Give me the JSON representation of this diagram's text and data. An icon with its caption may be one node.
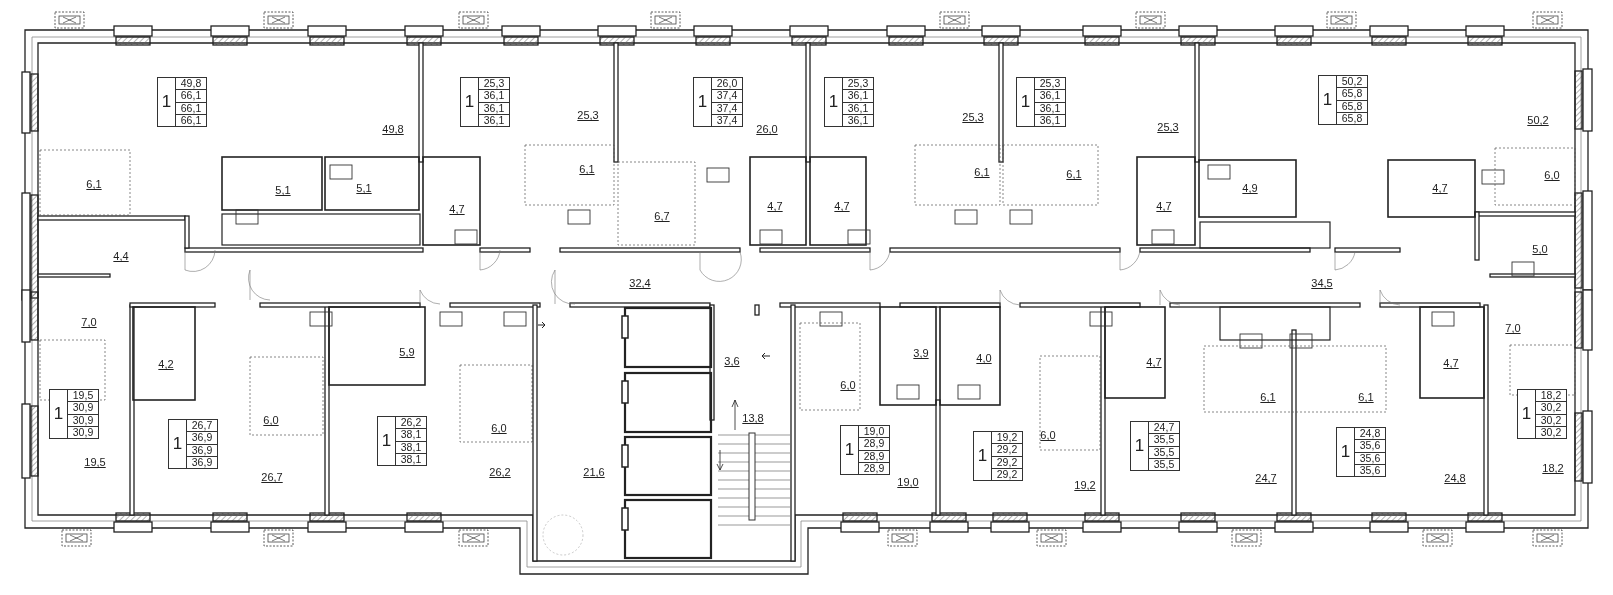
{
  "diagram": {
    "nodes": [
      {
        "text": [
          "1",
          "49,8",
          "66,1",
          "66,1",
          "66,1"
        ]
      },
      {
        "text": [
          "1",
          "25,3",
          "36,1",
          "36,1",
          "36,1"
        ]
      },
      {
        "text": [
          "1",
          "26,0",
          "37,4",
          "37,4",
          "37,4"
        ]
      },
      {
        "text": [
          "1",
          "25,3",
          "36,1",
          "36,1",
          "36,1"
        ]
      },
      {
        "text": [
          "1",
          "25,3",
          "36,1",
          "36,1",
          "36,1"
        ]
      },
      {
        "text": [
          "1",
          "50,2",
          "65,8",
          "65,8",
          "65,8"
        ]
      },
      {
        "text": [
          "1",
          "19,5",
          "30,9",
          "30,9",
          "30,9"
        ]
      },
      {
        "text": [
          "1",
          "26,7",
          "36,9",
          "36,9",
          "36,9"
        ]
      },
      {
        "text": [
          "1",
          "26,2",
          "38,1",
          "38,1",
          "38,1"
        ]
      },
      {
        "text": [
          "1",
          "19,0",
          "28,9",
          "28,9",
          "28,9"
        ]
      },
      {
        "text": [
          "1",
          "19,2",
          "29,2",
          "29,2",
          "29,2"
        ]
      },
      {
        "text": [
          "1",
          "24,7",
          "35,5",
          "35,5",
          "35,5"
        ]
      },
      {
        "text": [
          "1",
          "24,8",
          "35,6",
          "35,6",
          "35,6"
        ]
      },
      {
        "text": [
          "1",
          "18,2",
          "30,2",
          "30,2",
          "30,2"
        ]
      }
    ],
    "labels": [
      "49,8",
      "25,3",
      "26,0",
      "25,3",
      "25,3",
      "50,2",
      "6,1",
      "5,1",
      "5,1",
      "4,7",
      "6,1",
      "6,7",
      "4,7",
      "4,7",
      "6,1",
      "6,1",
      "4,7",
      "4,9",
      "4,7",
      "6,0",
      "4,4",
      "5,0",
      "32,4",
      "34,5",
      "7,0",
      "4,2",
      "5,9",
      "3,6",
      "3,9",
      "4,0",
      "4,7",
      "4,7",
      "7,0",
      "6,0",
      "6,0",
      "13,8",
      "6,0",
      "6,0",
      "6,1",
      "6,1",
      "19,5",
      "26,7",
      "26,2",
      "21,6",
      "19,0",
      "19,2",
      "24,7",
      "24,8",
      "18,2"
    ]
  }
}
